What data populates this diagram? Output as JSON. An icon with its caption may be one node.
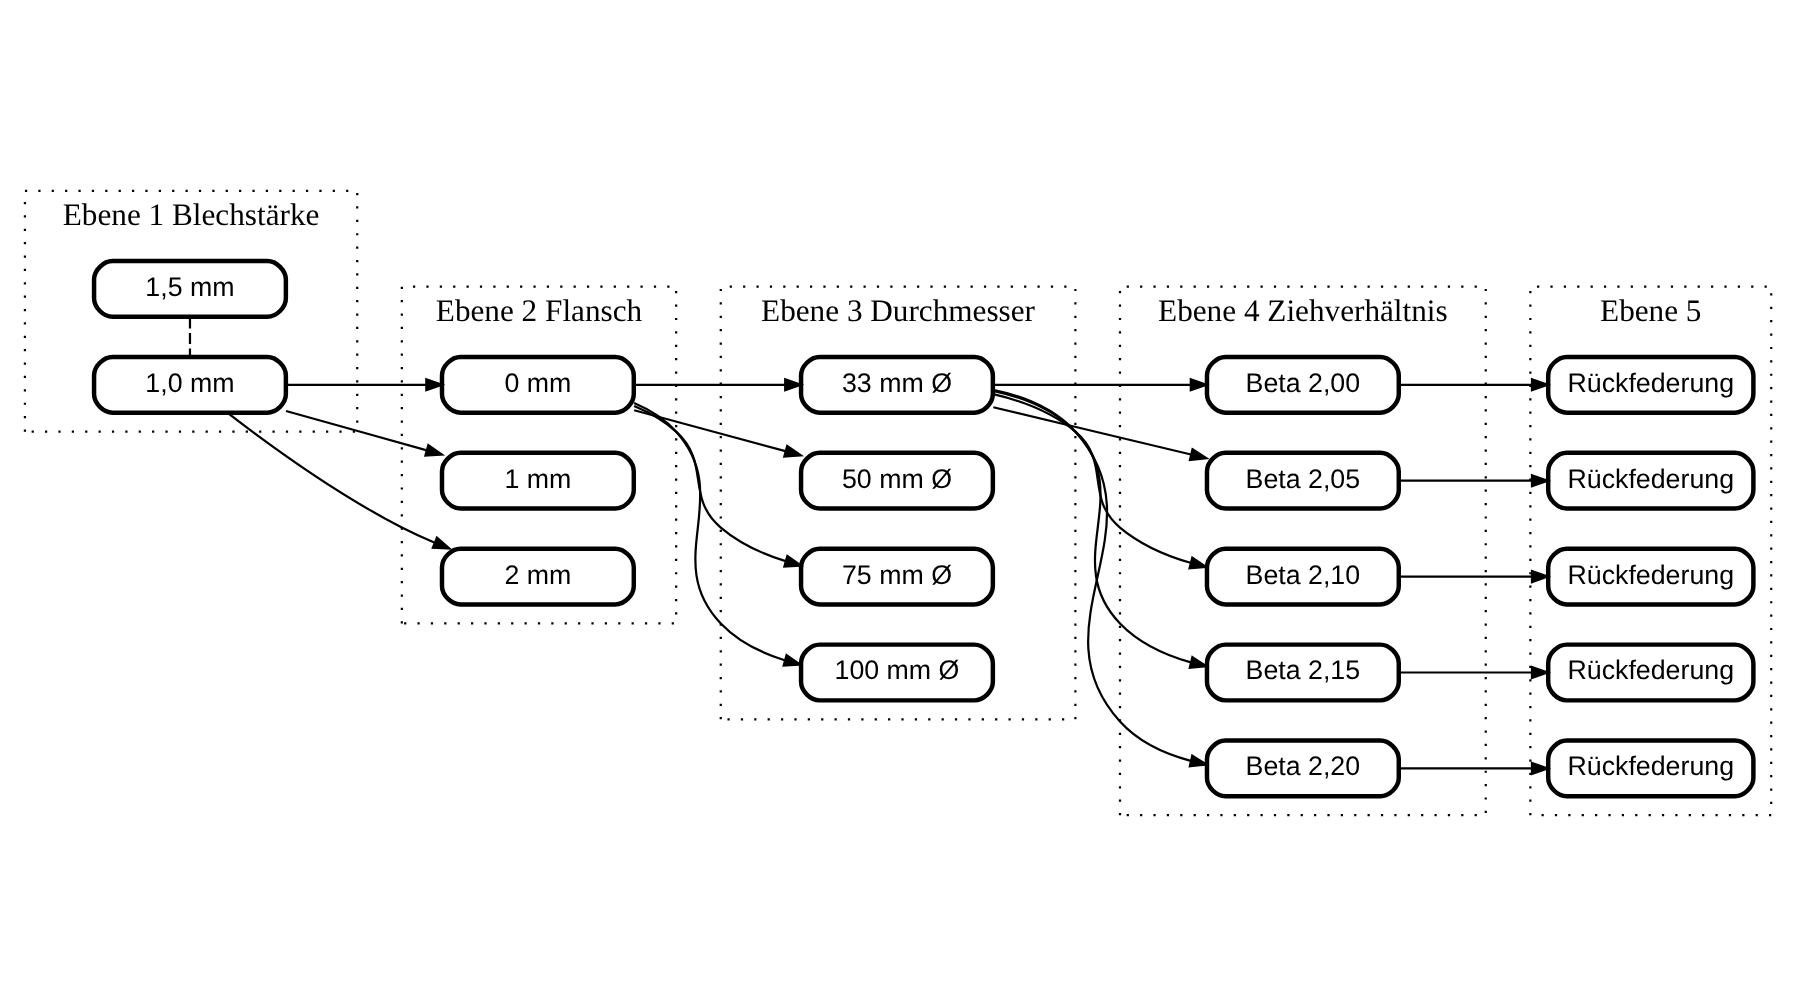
{
  "diagram": {
    "nodes": [
      {
        "text": [
          "Ebene 1 Blechstärke"
        ]
      },
      {
        "text": [
          "1,5 mm"
        ],
        "in": 0
      },
      {
        "text": [
          "1,0 mm"
        ],
        "in": 0
      },
      {
        "text": [
          "Ebene 2 Flansch"
        ]
      },
      {
        "text": [
          "0 mm"
        ],
        "in": 3
      },
      {
        "text": [
          "1 mm"
        ],
        "in": 3
      },
      {
        "text": [
          "2 mm"
        ],
        "in": 3
      },
      {
        "text": [
          "Ebene 3 Durchmesser"
        ]
      },
      {
        "text": [
          "33 mm Ø"
        ],
        "in": 7
      },
      {
        "text": [
          "50 mm Ø"
        ],
        "in": 7
      },
      {
        "text": [
          "75 mm Ø"
        ],
        "in": 7
      },
      {
        "text": [
          "100 mm Ø"
        ],
        "in": 7
      },
      {
        "text": [
          "Ebene 4 Ziehverhältnis"
        ]
      },
      {
        "text": [
          "Beta 2,00"
        ],
        "in": 12
      },
      {
        "text": [
          "Beta 2,05"
        ],
        "in": 12
      },
      {
        "text": [
          "Beta 2,10"
        ],
        "in": 12
      },
      {
        "text": [
          "Beta 2,15"
        ],
        "in": 12
      },
      {
        "text": [
          "Beta 2,20"
        ],
        "in": 12
      },
      {
        "text": [
          "Ebene 5"
        ]
      },
      {
        "text": [
          "Rückfederung"
        ],
        "in": 18
      },
      {
        "text": [
          "Rückfederung"
        ],
        "in": 18
      },
      {
        "text": [
          "Rückfederung"
        ],
        "in": 18
      },
      {
        "text": [
          "Rückfederung"
        ],
        "in": 18
      },
      {
        "text": [
          "Rückfederung"
        ],
        "in": 18
      }
    ],
    "edges": [
      {
        "from": 1,
        "to": 2,
        "arrow": "none",
        "style": "dashed"
      },
      {
        "from": 2,
        "to": 4,
        "arrow": "to"
      },
      {
        "from": 2,
        "to": 5,
        "arrow": "to"
      },
      {
        "from": 2,
        "to": 6,
        "arrow": "to"
      },
      {
        "from": 4,
        "to": 8,
        "arrow": "to"
      },
      {
        "from": 4,
        "to": 9,
        "arrow": "to"
      },
      {
        "from": 4,
        "to": 10,
        "arrow": "to"
      },
      {
        "from": 4,
        "to": 11,
        "arrow": "to"
      },
      {
        "from": 8,
        "to": 13,
        "arrow": "to"
      },
      {
        "from": 8,
        "to": 14,
        "arrow": "to"
      },
      {
        "from": 8,
        "to": 15,
        "arrow": "to"
      },
      {
        "from": 8,
        "to": 16,
        "arrow": "to"
      },
      {
        "from": 8,
        "to": 17,
        "arrow": "to"
      },
      {
        "from": 13,
        "to": 19,
        "arrow": "to"
      },
      {
        "from": 14,
        "to": 20,
        "arrow": "to"
      },
      {
        "from": 15,
        "to": 21,
        "arrow": "to"
      },
      {
        "from": 16,
        "to": 22,
        "arrow": "to"
      },
      {
        "from": 17,
        "to": 23,
        "arrow": "to"
      }
    ]
  }
}
